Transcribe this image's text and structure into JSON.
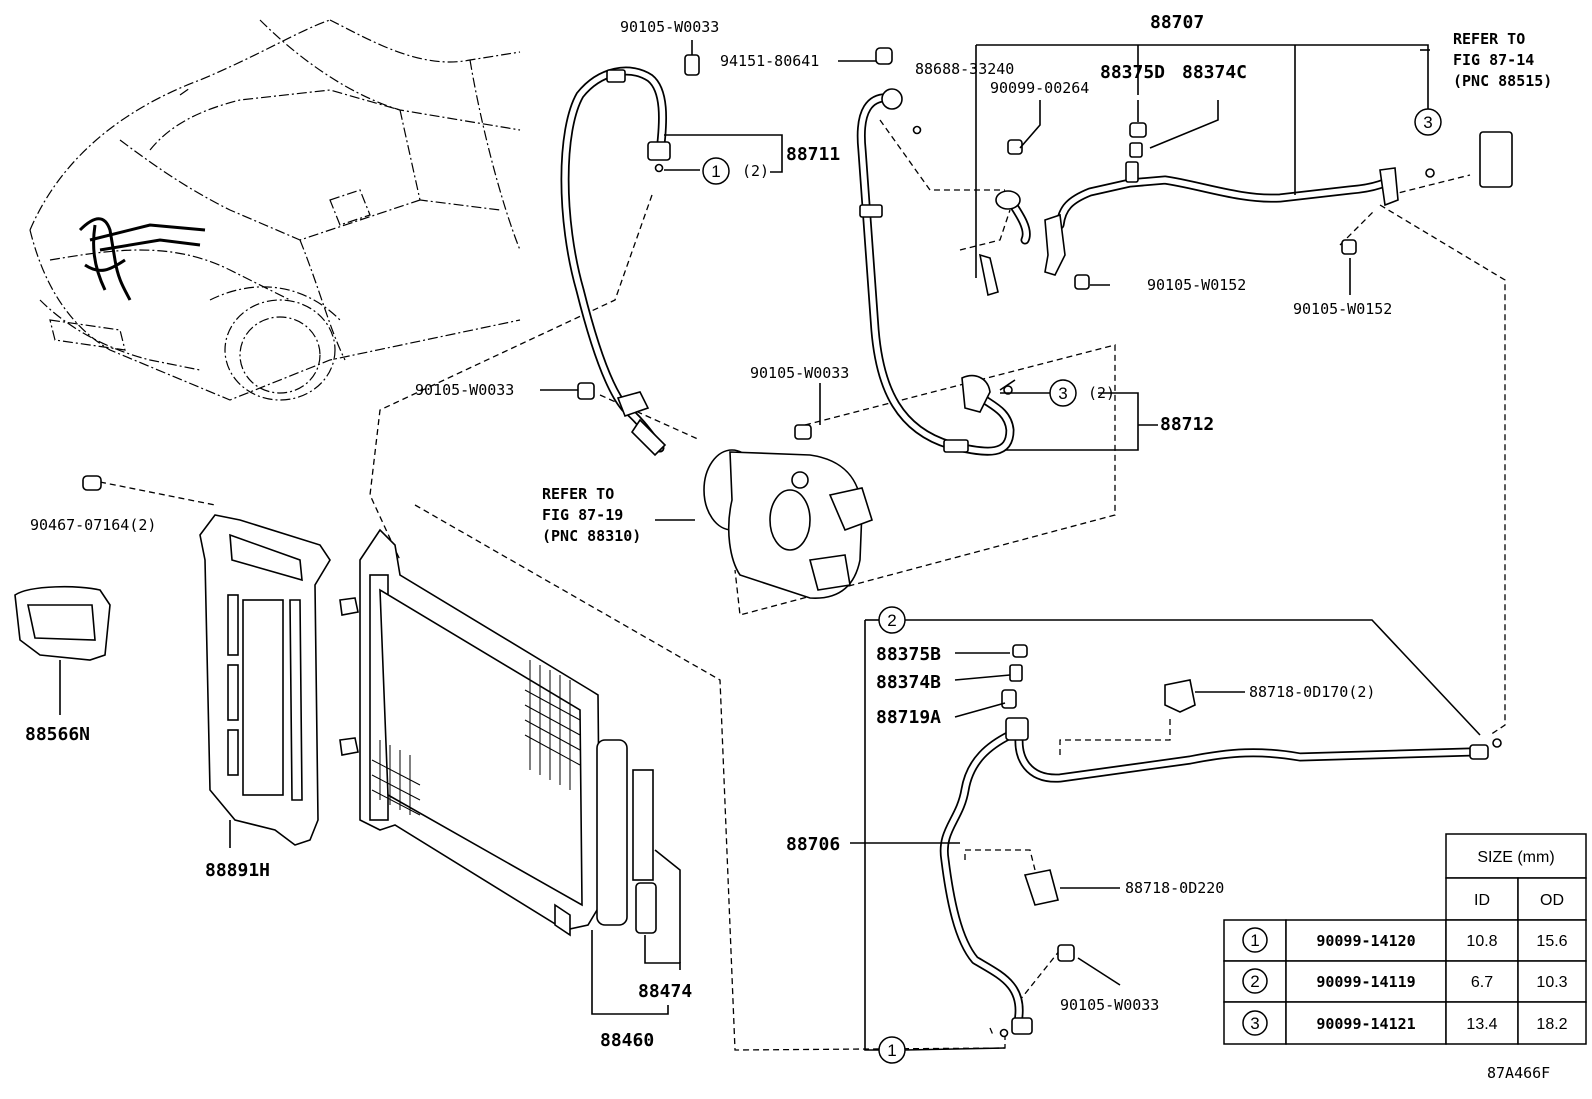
{
  "diagram": {
    "code": "87A466F",
    "labels": {
      "p88707": "88707",
      "p90105_w0033_top": "90105-W0033",
      "p94151": "94151-80641",
      "p88688": "88688-33240",
      "p88375d": "88375D",
      "p88374c": "88374C",
      "p90099_00264": "90099-00264",
      "p88711": "88711",
      "qty2_a": "(2)",
      "p90105_w0152_a": "90105-W0152",
      "p90105_w0152_b": "90105-W0152",
      "p90105_w0033_mid": "90105-W0033",
      "p90105_w0033_comp": "90105-W0033",
      "qty2_b": "(2)",
      "p88712": "88712",
      "p90467": "90467-07164(2)",
      "p88566n": "88566N",
      "p88891h": "88891H",
      "p88375b": "88375B",
      "p88374b": "88374B",
      "p88719a": "88719A",
      "p88718_0d170": "88718-0D170(2)",
      "p88706": "88706",
      "p88718_0d220": "88718-0D220",
      "p90105_w0033_low": "90105-W0033",
      "p88474": "88474",
      "p88460": "88460"
    },
    "refer_exp": [
      "REFER TO",
      "FIG 87-14",
      "(PNC 88515)"
    ],
    "refer_comp": [
      "REFER TO",
      "FIG 87-19",
      "(PNC 88310)"
    ],
    "callouts": {
      "c1_top": "1",
      "c3_top": "3",
      "c3_mid": "3",
      "c2": "2",
      "c1_low": "1"
    },
    "size_table": {
      "header": "SIZE (mm)",
      "col_id": "ID",
      "col_od": "OD",
      "rows": [
        {
          "ref": "1",
          "part": "90099-14120",
          "id": "10.8",
          "od": "15.6"
        },
        {
          "ref": "2",
          "part": "90099-14119",
          "id": "6.7",
          "od": "10.3"
        },
        {
          "ref": "3",
          "part": "90099-14121",
          "id": "13.4",
          "od": "18.2"
        }
      ]
    }
  }
}
